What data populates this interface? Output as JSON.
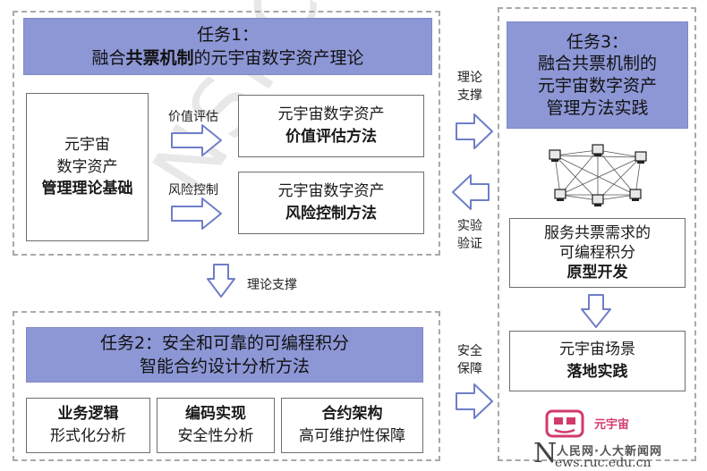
{
  "watermark": "NSFC 202",
  "task1": {
    "title_line1": "任务1：",
    "title_pre": "融合",
    "title_bold": "共票机制",
    "title_post": "的元宇宙数字资产理论"
  },
  "foundation": {
    "line1": "元宇宙",
    "line2": "数字资产",
    "line3": "管理理论基础"
  },
  "arrows": {
    "value_label": "价值评估",
    "risk_label": "风险控制"
  },
  "value_method": {
    "line1": "元宇宙数字资产",
    "line2": "价值评估方法"
  },
  "risk_method": {
    "line1": "元宇宙数字资产",
    "line2": "风险控制方法"
  },
  "theory_support_v": "理论支撑",
  "middle": {
    "theory_1": "理论",
    "theory_2": "支撑",
    "verify_1": "实验",
    "verify_2": "验证",
    "safety_1": "安全",
    "safety_2": "保障"
  },
  "task2": {
    "line1": "任务2：安全和可靠的可编程积分",
    "line2": "智能合约设计分析方法"
  },
  "cells": [
    {
      "title": "业务逻辑",
      "sub": "形式化分析"
    },
    {
      "title": "编码实现",
      "sub": "安全性分析"
    },
    {
      "title": "合约架构",
      "sub": "高可维护性保障"
    }
  ],
  "task3": {
    "line1": "任务3：",
    "line2": "融合共票机制的",
    "line3": "元宇宙数字资产",
    "line4": "管理方法实践"
  },
  "prototype": {
    "line1": "服务共票需求的",
    "line2": "可编程积分",
    "line3": "原型开发"
  },
  "scene": {
    "line1": "元宇宙场景",
    "line2": "落地实践"
  },
  "metaverse_logo": "元宇宙",
  "news_brand": {
    "initial": "N",
    "cn": "人民网·人大新闻网",
    "url": "ews.ruc.edu.cn"
  },
  "colors": {
    "task_fill": "#8d97d6",
    "arrow_stroke": "#6f7ec8",
    "arrow_fill": "#ffffff",
    "dash": "#a9a9a9",
    "logo": "#d23a6a"
  }
}
